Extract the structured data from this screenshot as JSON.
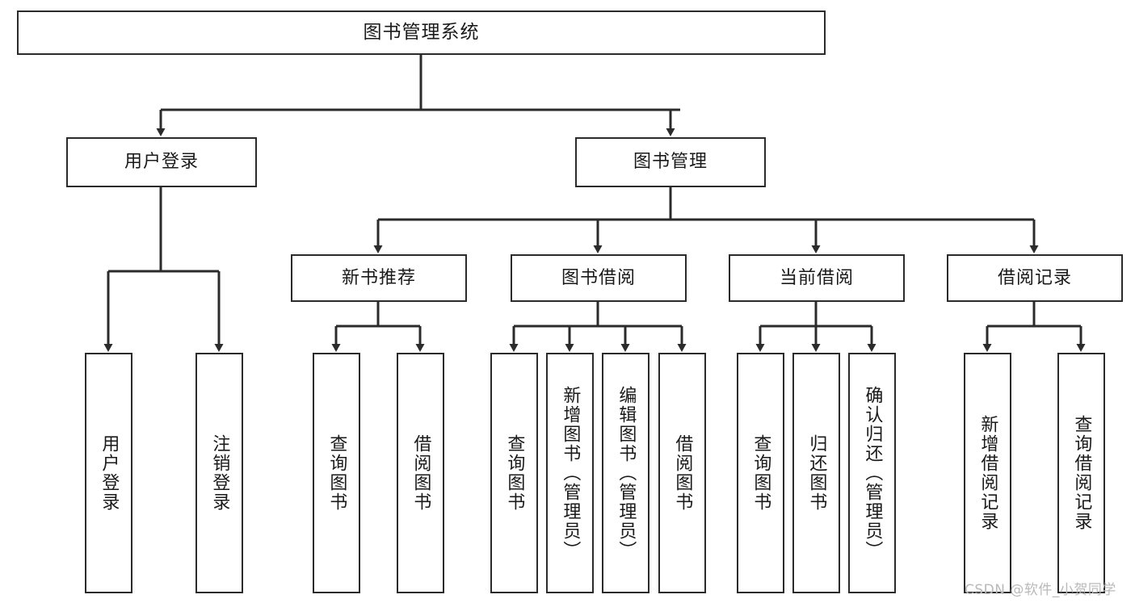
{
  "diagram": {
    "type": "tree-hierarchy",
    "title": "图书管理系统",
    "watermark": "CSDN @软件_小贺同学",
    "colors": {
      "box_border": "#2b2b2b",
      "box_fill": "#ffffff",
      "connector": "#2b2b2b",
      "text": "#1a1a1a",
      "watermark": "#b9b9b9",
      "background": "#ffffff"
    },
    "levels": [
      {
        "level": 1,
        "nodes": [
          {
            "id": "root",
            "label": "图书管理系统",
            "orientation": "horizontal"
          }
        ]
      },
      {
        "level": 2,
        "nodes": [
          {
            "id": "login",
            "label": "用户登录",
            "orientation": "horizontal",
            "parent": "root"
          },
          {
            "id": "bookmgmt",
            "label": "图书管理",
            "orientation": "horizontal",
            "parent": "root"
          }
        ]
      },
      {
        "level": 3,
        "nodes": [
          {
            "id": "newbook",
            "label": "新书推荐",
            "orientation": "horizontal",
            "parent": "bookmgmt"
          },
          {
            "id": "borrow",
            "label": "图书借阅",
            "orientation": "horizontal",
            "parent": "bookmgmt"
          },
          {
            "id": "current",
            "label": "当前借阅",
            "orientation": "horizontal",
            "parent": "bookmgmt"
          },
          {
            "id": "records",
            "label": "借阅记录",
            "orientation": "horizontal",
            "parent": "bookmgmt"
          }
        ]
      },
      {
        "level": 4,
        "nodes": [
          {
            "id": "leaf1",
            "label": "用户登录",
            "orientation": "vertical",
            "parent": "login"
          },
          {
            "id": "leaf2",
            "label": "注销登录",
            "orientation": "vertical",
            "parent": "login"
          },
          {
            "id": "leaf3",
            "label": "查询图书",
            "orientation": "vertical",
            "parent": "newbook"
          },
          {
            "id": "leaf4",
            "label": "借阅图书",
            "orientation": "vertical",
            "parent": "newbook"
          },
          {
            "id": "leaf5",
            "label": "查询图书",
            "orientation": "vertical",
            "parent": "borrow"
          },
          {
            "id": "leaf6",
            "label": "新增图书（管理员）",
            "orientation": "vertical",
            "parent": "borrow"
          },
          {
            "id": "leaf7",
            "label": "编辑图书（管理员）",
            "orientation": "vertical",
            "parent": "borrow"
          },
          {
            "id": "leaf8",
            "label": "借阅图书",
            "orientation": "vertical",
            "parent": "borrow"
          },
          {
            "id": "leaf9",
            "label": "查询图书",
            "orientation": "vertical",
            "parent": "current"
          },
          {
            "id": "leaf10",
            "label": "归还图书",
            "orientation": "vertical",
            "parent": "current"
          },
          {
            "id": "leaf11",
            "label": "确认归还（管理员）",
            "orientation": "vertical",
            "parent": "current"
          },
          {
            "id": "leaf12",
            "label": "新增借阅记录",
            "orientation": "vertical",
            "parent": "records"
          },
          {
            "id": "leaf13",
            "label": "查询借阅记录",
            "orientation": "vertical",
            "parent": "records"
          }
        ]
      }
    ]
  }
}
